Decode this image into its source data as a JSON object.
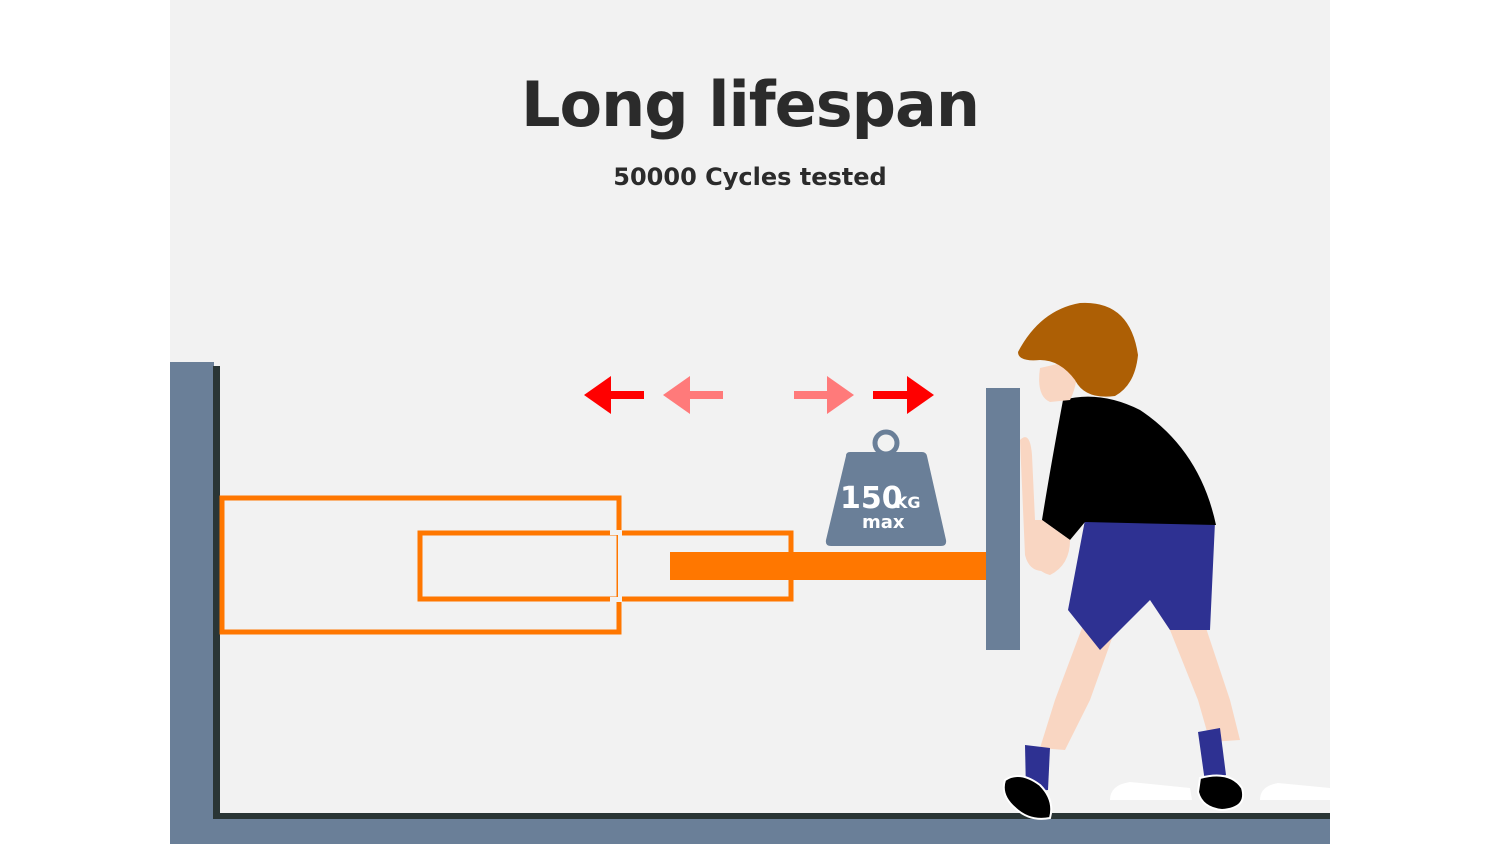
{
  "header": {
    "title": "Long lifespan",
    "subtitle": "50000 Cycles tested"
  },
  "weight": {
    "value": "150",
    "unit": "KG",
    "qualifier": "max"
  },
  "colors": {
    "background": "#f2f2f2",
    "wall": "#6a7f98",
    "wall_edge": "#2a3535",
    "slide": "#ff7700",
    "arrow_strong": "#ff0000",
    "arrow_faded": "#ff7a7a",
    "hair": "#ad5f05",
    "skin": "#f9d6c2",
    "shirt": "#000000",
    "shorts": "#2e3192"
  },
  "icons": [
    "arrow-left-icon",
    "arrow-left-faded-icon",
    "arrow-right-faded-icon",
    "arrow-right-icon",
    "weight-icon"
  ]
}
